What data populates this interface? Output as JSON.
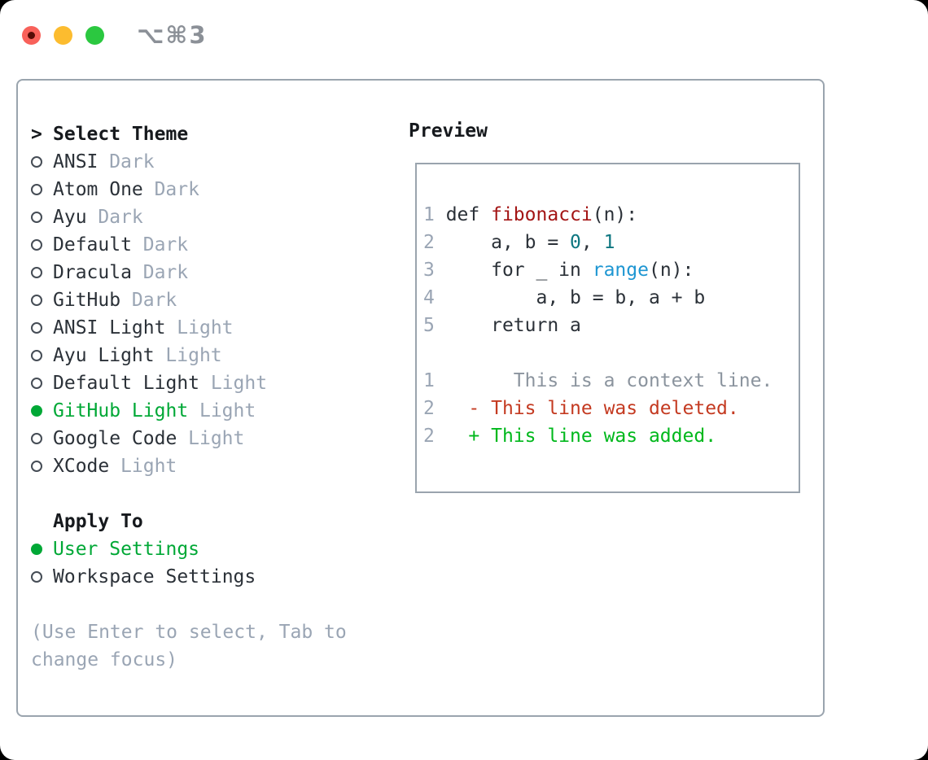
{
  "titlebar": {
    "shortcut": "⌥⌘3",
    "buttons": [
      {
        "name": "close",
        "color": "#f8615a"
      },
      {
        "name": "minimize",
        "color": "#fcbc2f"
      },
      {
        "name": "zoom",
        "color": "#2bc840"
      }
    ]
  },
  "colors": {
    "accent_green": "#00a836",
    "muted_gray": "#9aa5b4",
    "dark_text": "#2b3138",
    "panel_border": "#9aa4ae",
    "syntax_red": "#a31515",
    "syntax_teal": "#0d7680",
    "syntax_blue": "#1e96d2",
    "diff_red": "#c43a21",
    "diff_green": "#00b81c"
  },
  "theme_selector": {
    "heading": {
      "prefix": ">",
      "label": "Select Theme"
    },
    "themes": [
      {
        "name": "ANSI",
        "variant": "Dark",
        "selected": false
      },
      {
        "name": "Atom One",
        "variant": "Dark",
        "selected": false
      },
      {
        "name": "Ayu",
        "variant": "Dark",
        "selected": false
      },
      {
        "name": "Default",
        "variant": "Dark",
        "selected": false
      },
      {
        "name": "Dracula",
        "variant": "Dark",
        "selected": false
      },
      {
        "name": "GitHub",
        "variant": "Dark",
        "selected": false
      },
      {
        "name": "ANSI Light",
        "variant": "Light",
        "selected": false
      },
      {
        "name": "Ayu Light",
        "variant": "Light",
        "selected": false
      },
      {
        "name": "Default Light",
        "variant": "Light",
        "selected": false
      },
      {
        "name": "GitHub Light",
        "variant": "Light",
        "selected": true
      },
      {
        "name": "Google Code",
        "variant": "Light",
        "selected": false
      },
      {
        "name": "XCode",
        "variant": "Light",
        "selected": false
      }
    ],
    "apply_to": {
      "heading": "Apply To",
      "options": [
        {
          "name": "User Settings",
          "selected": true
        },
        {
          "name": "Workspace Settings",
          "selected": false
        }
      ]
    },
    "help_lines": [
      "(Use Enter to select, Tab to",
      "change focus)"
    ]
  },
  "preview": {
    "heading": "Preview",
    "lines": [
      {
        "segments": []
      },
      {
        "segments": [
          [
            "1",
            "num"
          ],
          [
            " def ",
            "text"
          ],
          [
            "fibonacci",
            "red"
          ],
          [
            "(n):",
            "text"
          ]
        ]
      },
      {
        "segments": [
          [
            "2",
            "num"
          ],
          [
            "     a, b = ",
            "text"
          ],
          [
            "0",
            "teal"
          ],
          [
            ", ",
            "text"
          ],
          [
            "1",
            "teal"
          ]
        ]
      },
      {
        "segments": [
          [
            "3",
            "num"
          ],
          [
            "     for _ in ",
            "text"
          ],
          [
            "range",
            "blue"
          ],
          [
            "(n):",
            "text"
          ]
        ]
      },
      {
        "segments": [
          [
            "4",
            "num"
          ],
          [
            "         a, b = b, a + b",
            "text"
          ]
        ]
      },
      {
        "segments": [
          [
            "5",
            "num"
          ],
          [
            "     return a",
            "text"
          ]
        ]
      },
      {
        "segments": []
      },
      {
        "segments": [
          [
            "1",
            "num"
          ],
          [
            "       This is a context line.",
            "ctx"
          ]
        ]
      },
      {
        "segments": [
          [
            "2",
            "num"
          ],
          [
            "   - This line was deleted.",
            "del"
          ]
        ]
      },
      {
        "segments": [
          [
            "2",
            "num"
          ],
          [
            "   + This line was added.",
            "add"
          ]
        ]
      },
      {
        "segments": []
      }
    ]
  }
}
